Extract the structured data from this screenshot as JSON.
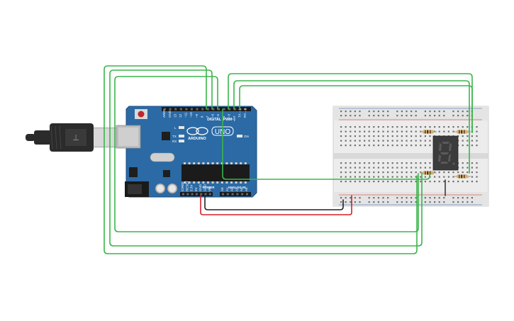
{
  "arduino": {
    "logo_text": "UNO",
    "brand": "ARDUINO",
    "header_digital": "DIGITAL (PWM~)",
    "header_power": "POWER",
    "header_analog": "ANALOG IN",
    "on_label": "ON",
    "led_l": "L",
    "led_tx": "TX",
    "led_rx": "RX",
    "analog_pins": [
      "A0",
      "A1",
      "A2",
      "A3",
      "A4",
      "A5"
    ],
    "power_pins": [
      "IOREF",
      "RESET",
      "3.3V",
      "5V",
      "GND",
      "GND",
      "Vin"
    ],
    "digital_pins": [
      "AREF",
      "GND",
      "13",
      "12",
      "~11",
      "~10",
      "~9",
      "8",
      "7",
      "~6",
      "~5",
      "4",
      "~3",
      "2",
      "TX→1",
      "RX←0"
    ]
  },
  "display": {
    "digit": "8"
  },
  "colors": {
    "board_blue": "#2b6aa5",
    "wire_green": "#3ab54a",
    "wire_red": "#d32027",
    "wire_black": "#222222",
    "breadboard": "#ececec"
  }
}
